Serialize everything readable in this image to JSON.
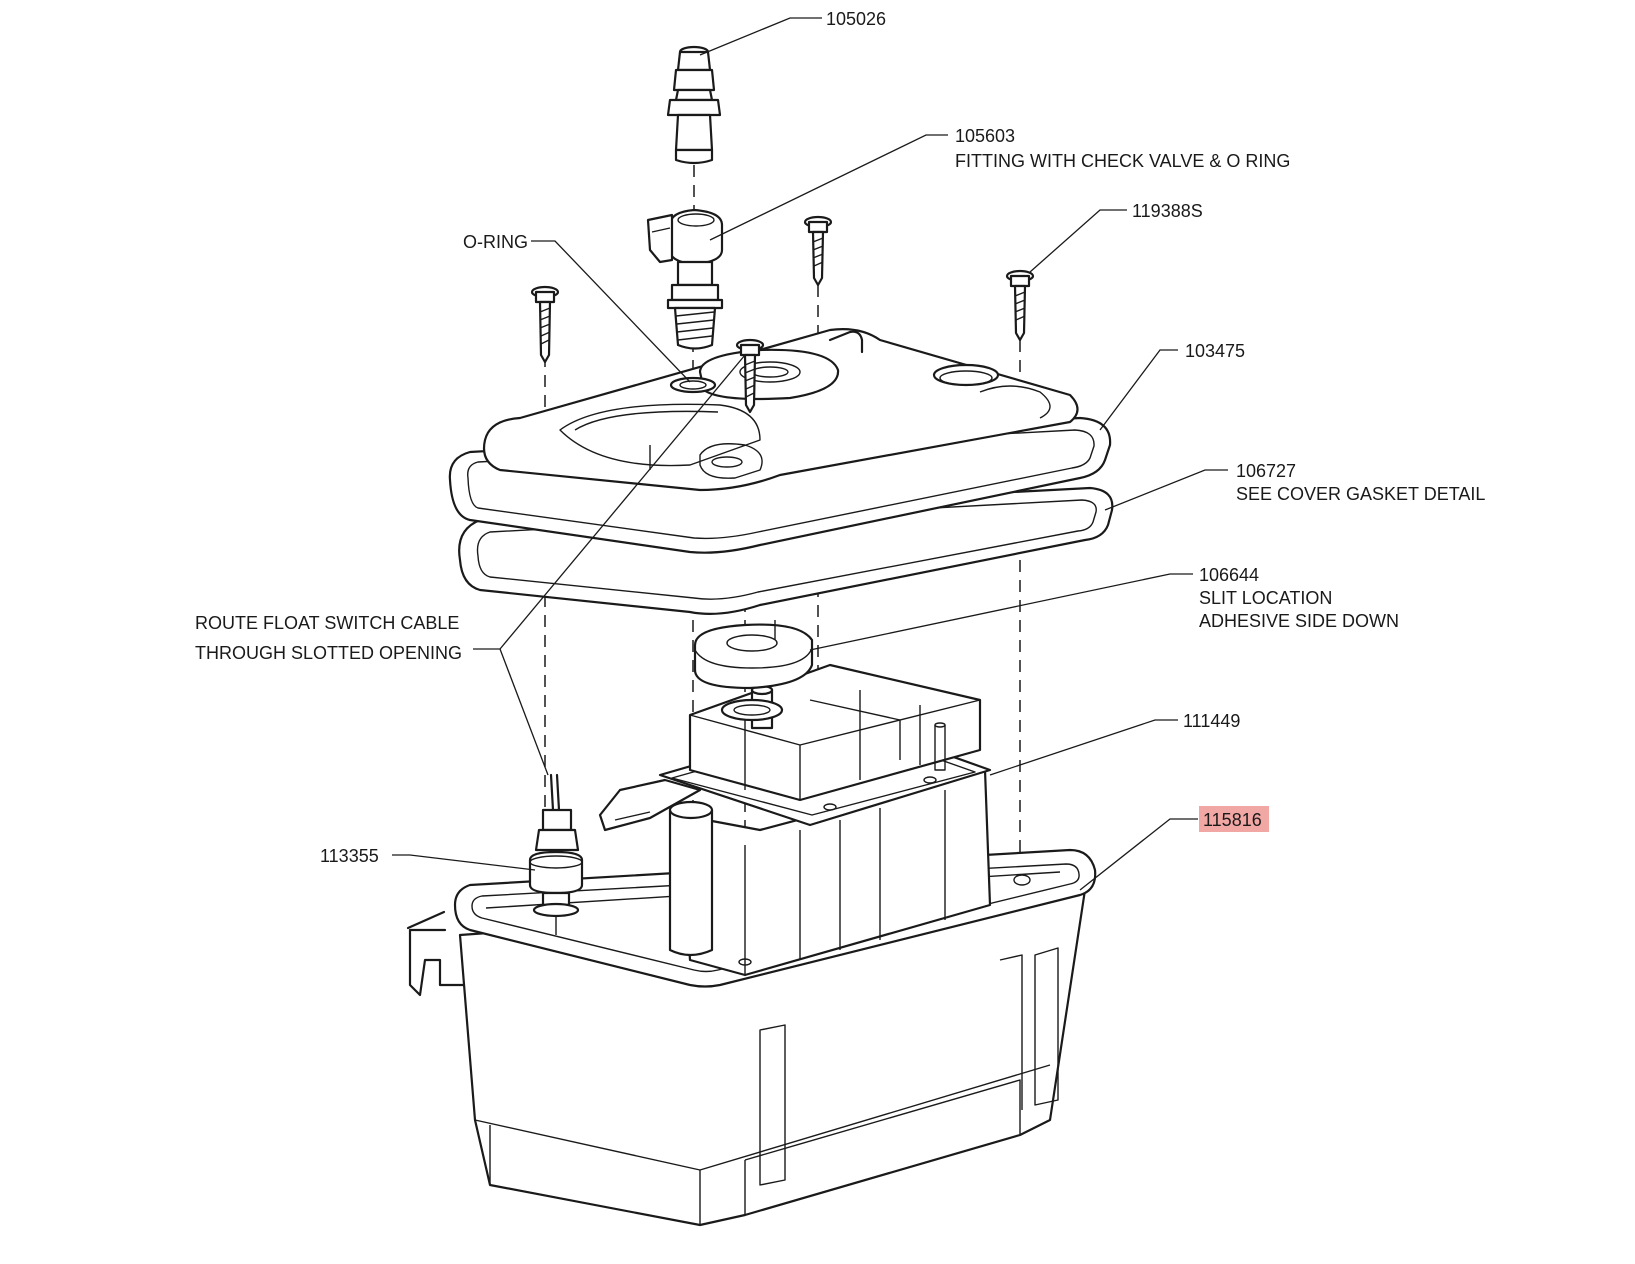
{
  "highlight_color": "#f1a7a4",
  "callouts": {
    "p105026": "105026",
    "p105603": "105603",
    "p105603_desc": "FITTING WITH CHECK VALVE & O RING",
    "p119388s": "119388S",
    "oring": "O-RING",
    "p103475": "103475",
    "p106727": "106727",
    "p106727_desc": "SEE COVER GASKET DETAIL",
    "p106644": "106644",
    "p106644_desc1": "SLIT LOCATION",
    "p106644_desc2": "ADHESIVE SIDE DOWN",
    "route1": "ROUTE FLOAT SWITCH CABLE",
    "route2": "THROUGH SLOTTED OPENING",
    "p111449": "111449",
    "p115816": "115816",
    "p113355": "113355"
  }
}
